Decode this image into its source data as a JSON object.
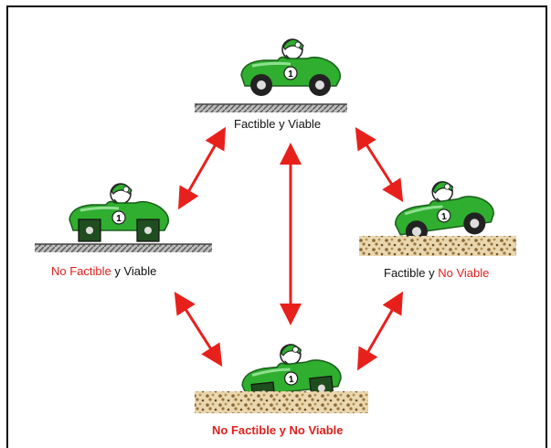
{
  "labels": {
    "top": {
      "part1": "Factible y Viable"
    },
    "left": {
      "part1": "No Factible",
      "part2": " y Viable"
    },
    "right": {
      "part1": "Factible y ",
      "part2": "No Viable"
    },
    "bottom": {
      "part1": "No Factible y No Viable"
    }
  },
  "colors": {
    "car_green": "#2fae2f",
    "car_dark": "#1f7a1f",
    "arrow_red": "#e8201c",
    "ground_gray": "#8c8c8c",
    "gravel": "#a6834a"
  },
  "icons": [
    "racing-car-icon",
    "double-arrow-icon"
  ]
}
